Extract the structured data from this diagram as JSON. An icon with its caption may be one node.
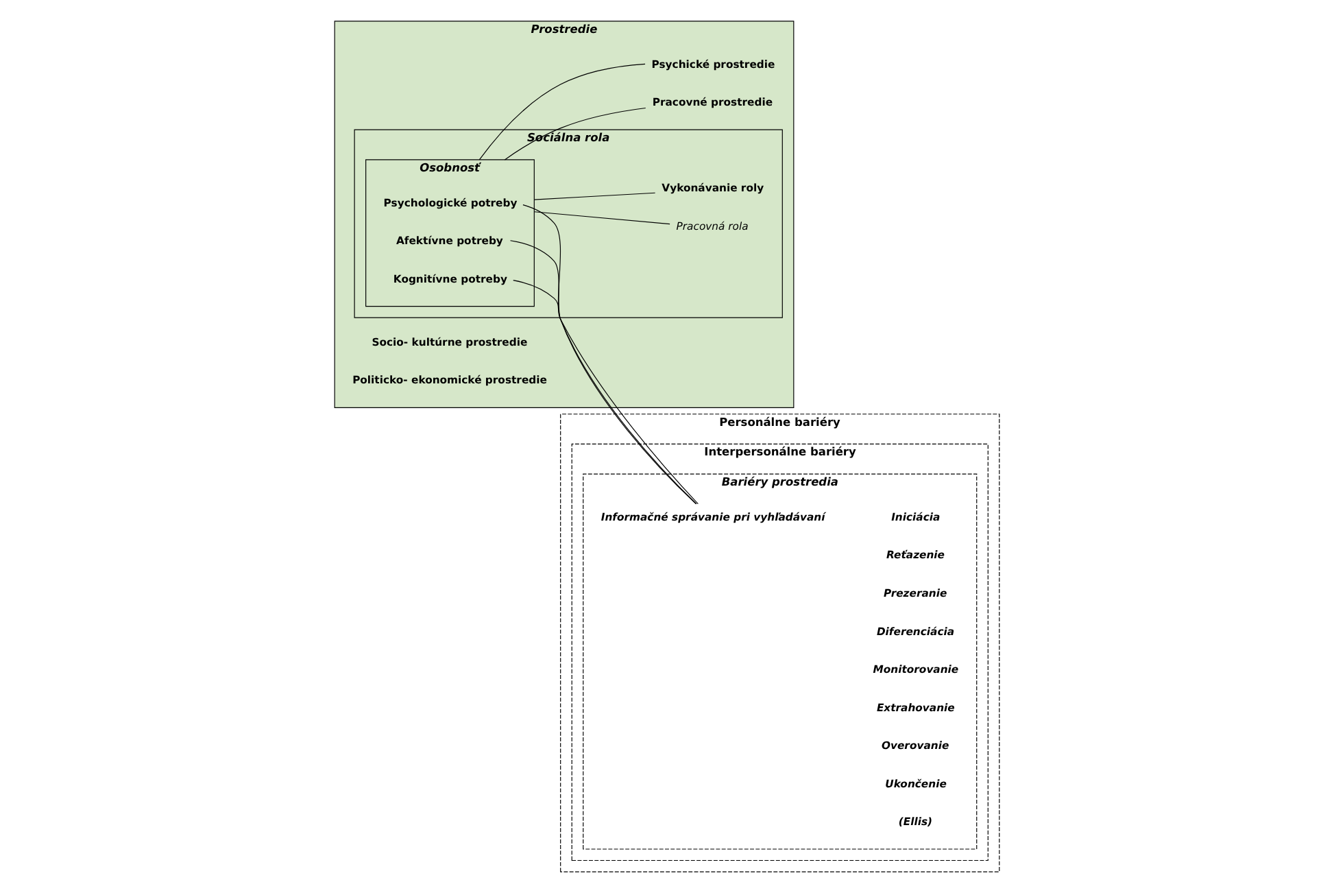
{
  "diagram": {
    "nodes": [
      {
        "text": [
          "Prostredie"
        ]
      },
      {
        "text": [
          "Sociálna rola"
        ],
        "in": 0
      },
      {
        "text": [
          "Osobnosť"
        ],
        "in": 1
      },
      {
        "text": [
          "Psychologické potreby"
        ],
        "in": 2
      },
      {
        "text": [
          "Afektívne potreby"
        ],
        "in": 2
      },
      {
        "text": [
          "Kognitívne potreby"
        ],
        "in": 2
      },
      {
        "text": [
          "Pracovná rola"
        ],
        "in": 1
      },
      {
        "text": [
          "Vykonávanie roly"
        ],
        "in": 1
      },
      {
        "text": [
          "Pracovné prostredie"
        ],
        "in": 0
      },
      {
        "text": [
          "Socio- kultúrne prostredie"
        ],
        "in": 0
      },
      {
        "text": [
          "Politicko- ekonomické prostredie"
        ],
        "in": 0
      },
      {
        "text": [
          "Psychické prostredie"
        ],
        "in": 0
      },
      {
        "text": [
          "Personálne bariéry"
        ]
      },
      {
        "text": [
          "Interpersonálne bariéry"
        ],
        "in": 12
      },
      {
        "text": [
          "Bariéry prostredia"
        ],
        "in": 13
      },
      {
        "text": [
          "Informačné správanie pri vyhľadávaní"
        ],
        "in": 14
      }
    ],
    "edges": [
      {
        "from": 3,
        "to": 15,
        "arrow": "none"
      },
      {
        "from": 4,
        "to": 15,
        "arrow": "none"
      },
      {
        "from": 5,
        "to": 15,
        "arrow": "none"
      },
      {
        "from": 2,
        "to": 6,
        "arrow": "none"
      },
      {
        "from": 2,
        "to": 7,
        "arrow": "none"
      },
      {
        "from": 2,
        "to": 8,
        "arrow": "none"
      },
      {
        "from": 2,
        "to": 11,
        "arrow": "none"
      }
    ],
    "labels": [
      "Iniciácia",
      "Reťazenie",
      "Prezeranie",
      "Diferenciácia",
      "Monitorovanie",
      "Extrahovanie",
      "Overovanie",
      "Ukončenie",
      "(Ellis)"
    ]
  }
}
